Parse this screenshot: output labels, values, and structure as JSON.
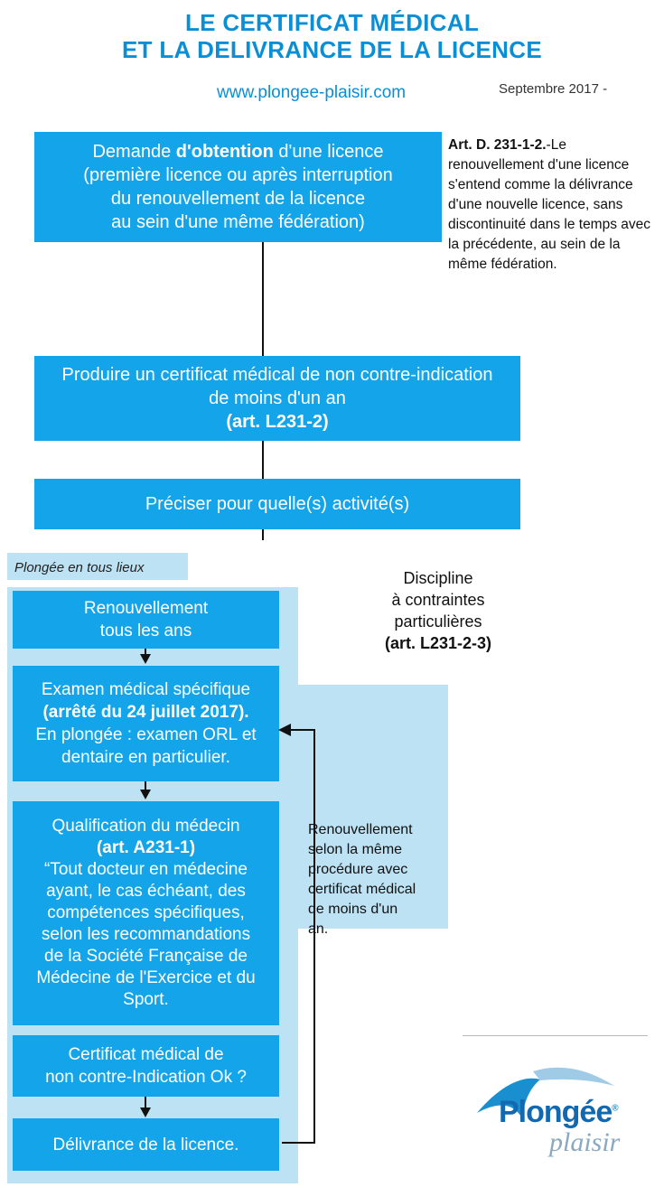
{
  "header": {
    "title_line1": "LE CERTIFICAT MÉDICAL",
    "title_line2": "ET LA DELIVRANCE DE LA LICENCE",
    "website": "www.plongee-plaisir.com",
    "date": "Septembre 2017 -"
  },
  "step_request": {
    "l1_pre": "Demande ",
    "l1_bold": "d'obtention",
    "l1_post": " d'une licence",
    "l2": "(première licence ou après interruption",
    "l3": "du renouvellement de la licence",
    "l4": "au sein d'une même fédération)"
  },
  "article_note": {
    "bold": "Art. D. 231-1-2.",
    "text": "-Le renouvellement d'une licence s'entend comme la délivrance d'une nouvelle licence, sans discontinuité dans le temps avec la précédente, au sein de la même fédération."
  },
  "step_certificate": {
    "l1": "Produire un certificat médical de non contre-indication",
    "l2": "de moins d'un an",
    "l3": "(art. L231-2)"
  },
  "step_activity": {
    "label": "Préciser pour quelle(s) activité(s)"
  },
  "branch_label": "Plongée en tous lieux",
  "discipline": {
    "l1": "Discipline",
    "l2": "à contraintes",
    "l3": "particulières",
    "l4": "(art. L231-2-3)"
  },
  "flow_steps": {
    "renewal_l1": "Renouvellement",
    "renewal_l2": "tous les ans",
    "exam_l1": "Examen médical spécifique",
    "exam_l2": "(arrêté du 24 juillet 2017).",
    "exam_l3": "En plongée : examen ORL et",
    "exam_l4": "dentaire en particulier.",
    "qual_l1": "Qualification du médecin",
    "qual_l2": "(art. A231-1)",
    "qual_l3": "“Tout docteur en médecine",
    "qual_l4": "ayant, le cas échéant, des",
    "qual_l5": "compétences spécifiques,",
    "qual_l6": "selon les recommandations",
    "qual_l7": "de la Société Française de",
    "qual_l8": "Médecine de l'Exercice et du",
    "qual_l9": "Sport.",
    "cert_l1": "Certificat médical de",
    "cert_l2": "non contre-Indication Ok ?",
    "delivery": "Délivrance de la licence."
  },
  "renewal_note": {
    "l1": "Renouvellement",
    "l2": "selon la même",
    "l3": "procédure avec",
    "l4": "certificat médical",
    "l5": "de moins d'un",
    "l6": "an."
  },
  "logo": {
    "brand_main": "Plongée",
    "brand_script": "plaisir",
    "trademark": "®"
  },
  "colors": {
    "accent_blue": "#14a4ea",
    "title_blue": "#0a8fd6",
    "light_blue": "#bde2f4"
  }
}
